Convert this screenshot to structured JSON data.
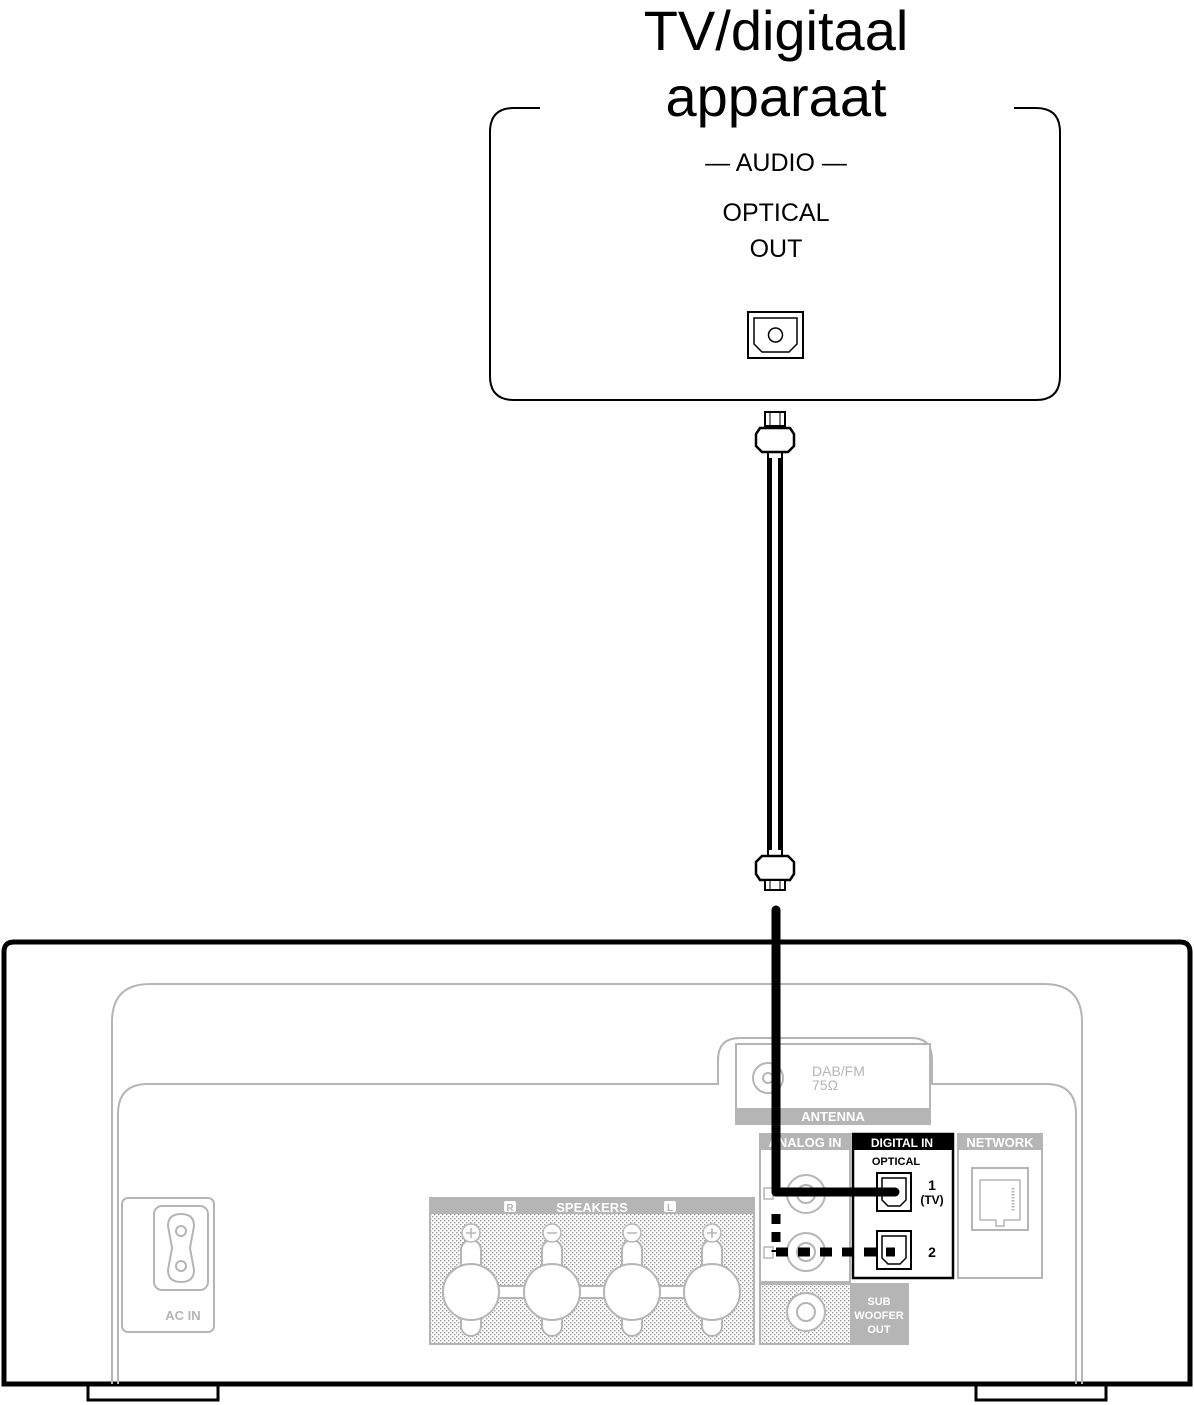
{
  "source_device": {
    "title_line1": "TV/digitaal",
    "title_line2": "apparaat",
    "audio_label": "— AUDIO —",
    "output_line1": "OPTICAL",
    "output_line2": "OUT"
  },
  "receiver": {
    "antenna": {
      "section_label": "ANTENNA",
      "type_line1": "DAB/FM",
      "type_line2": "75Ω"
    },
    "analog_in_label": "ANALOG IN",
    "digital_in": {
      "section_label": "DIGITAL IN",
      "sub_label": "OPTICAL",
      "port1_number": "1",
      "port1_name": "(TV)",
      "port2_number": "2"
    },
    "network_label": "NETWORK",
    "speakers": {
      "label": "SPEAKERS",
      "right": "R",
      "left": "L"
    },
    "subwoofer": {
      "line1": "SUB",
      "line2": "WOOFER",
      "line3": "OUT"
    },
    "ac_in_label": "AC IN"
  },
  "colors": {
    "cable": "#000000",
    "inactive_panel": "#b5b5b5",
    "active_section": "#000000"
  }
}
